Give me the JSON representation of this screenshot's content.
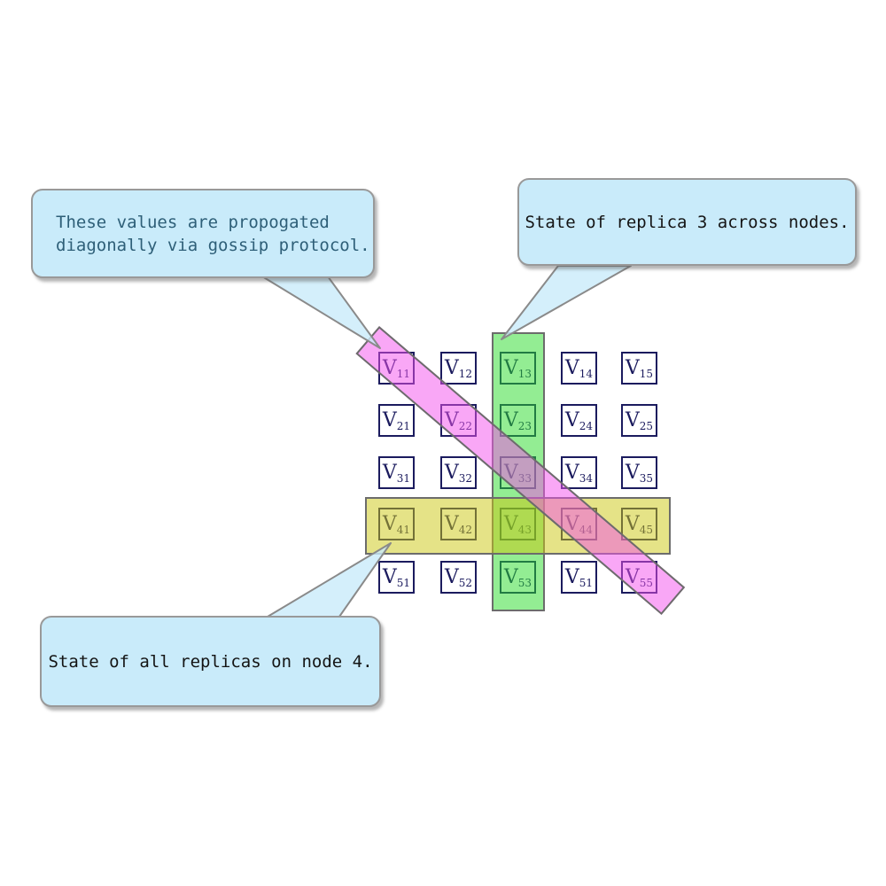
{
  "diagram": {
    "callouts": {
      "gossip": {
        "line1": "These values are propogated",
        "line2": "diagonally via gossip protocol."
      },
      "replica": {
        "text": "State of replica 3 across nodes."
      },
      "node4": {
        "text": "State of all replicas on node 4."
      }
    },
    "matrix": {
      "prefix": "V",
      "subscripts": [
        [
          "11",
          "12",
          "13",
          "14",
          "15"
        ],
        [
          "21",
          "22",
          "23",
          "24",
          "25"
        ],
        [
          "31",
          "32",
          "33",
          "34",
          "35"
        ],
        [
          "41",
          "42",
          "43",
          "44",
          "45"
        ],
        [
          "51",
          "52",
          "53",
          "51",
          "55"
        ]
      ]
    },
    "highlights": {
      "column_band": {
        "meaning": "replica 3 across nodes",
        "color": "#90ee90"
      },
      "row_band": {
        "meaning": "all replicas on node 4",
        "color": "#e4e287"
      },
      "diagonal_band": {
        "meaning": "diagonal gossip propagation",
        "color": "#f8a9f5"
      }
    },
    "colors": {
      "cell_border": "#1b1b5e",
      "callout_fill": "#c9ebfa",
      "callout_border": "#999999",
      "gossip_text": "#2e5f78",
      "callout_text": "#141414"
    }
  }
}
